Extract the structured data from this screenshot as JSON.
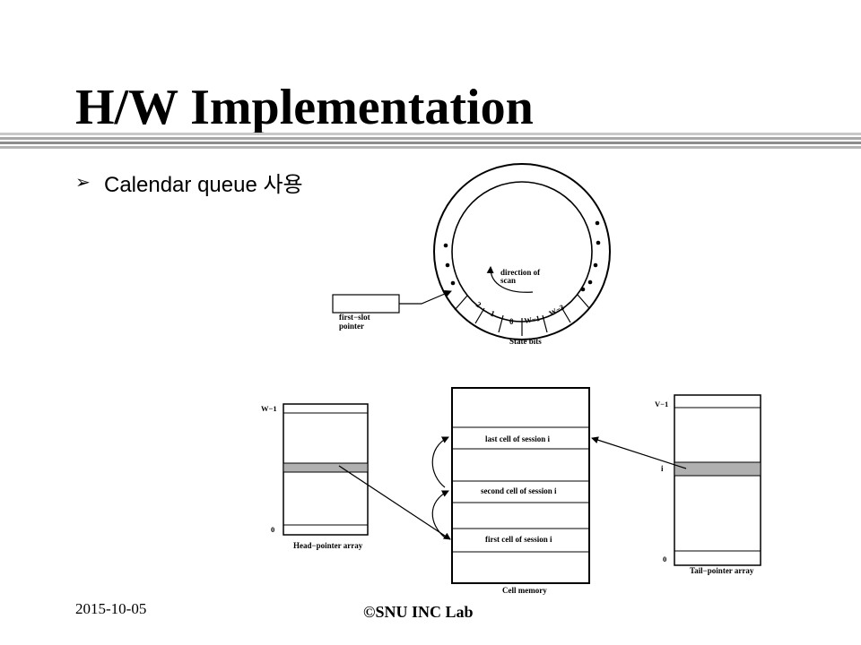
{
  "slide": {
    "title": "H/W Implementation",
    "bullet_icon": "arrowhead-bullet-icon",
    "bullet_text": "Calendar queue 사용"
  },
  "diagram": {
    "ring": {
      "slot_labels": [
        "2",
        "1",
        "0",
        "W−1",
        "W−2"
      ],
      "direction_label_line1": "direction of",
      "direction_label_line2": "scan",
      "pointer_label_line1": "first−slot",
      "pointer_label_line2": "pointer",
      "state_bits_label": "State bits"
    },
    "head_array": {
      "top_label": "W−1",
      "bottom_label": "0",
      "caption": "Head−pointer array"
    },
    "cell_memory": {
      "cells": [
        "last cell of session  i",
        "second cell of session  i",
        "first cell of session  i"
      ],
      "caption": "Cell memory"
    },
    "tail_array": {
      "top_label": "V−1",
      "index_label": "i",
      "bottom_label": "0",
      "caption": "Tail−pointer array"
    }
  },
  "footer": {
    "date": "2015-10-05",
    "lab": "SNU INC Lab"
  }
}
